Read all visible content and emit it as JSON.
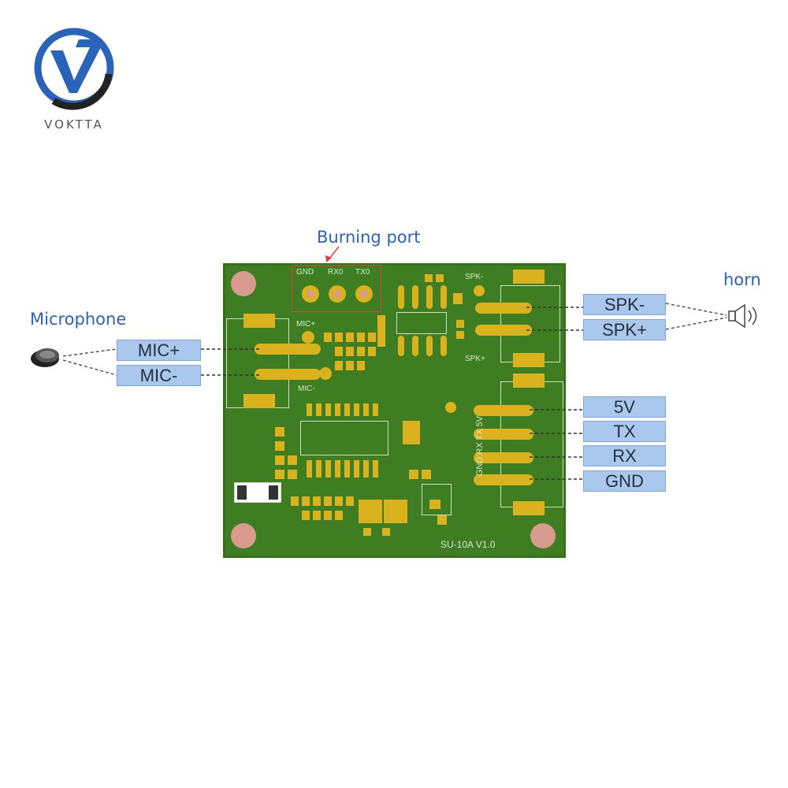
{
  "logo": {
    "brand": "VOKTTA"
  },
  "callouts": {
    "burning_port": "Burning port",
    "horn": "horn",
    "microphone": "Microphone"
  },
  "pins": {
    "mic_plus": "MIC+",
    "mic_minus": "MIC-",
    "spk_minus": "SPK-",
    "spk_plus": "SPK+",
    "v5": "5V",
    "tx": "TX",
    "rx": "RX",
    "gnd": "GND"
  },
  "board": {
    "model": "SU-10A V1.0",
    "header_labels": {
      "gnd": "GND",
      "rx0": "RX0",
      "tx0": "TX0"
    },
    "silk_mic_plus": "MIC+",
    "silk_mic_minus": "MIC-",
    "silk_spk_minus": "SPK-",
    "silk_spk_plus": "SPK+",
    "silk_right_pins": "GND RX TX 5V"
  },
  "colors": {
    "board_green": "#3f7d22",
    "pad_gold": "#d9b21d",
    "label_blue": "#2a63b8",
    "pin_box_blue": "#aac8ee",
    "highlight_red": "#e0403a"
  }
}
